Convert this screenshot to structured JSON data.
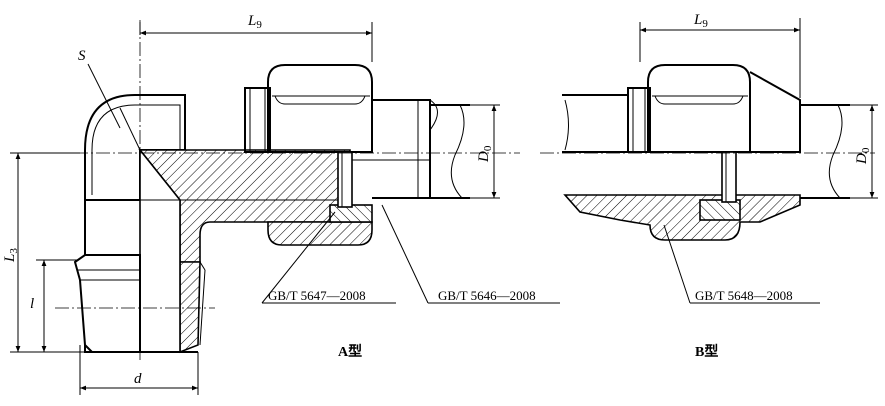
{
  "labels": {
    "s": "S",
    "l9_a_main": "L",
    "l9_a_sub": "9",
    "l9_b_main": "L",
    "l9_b_sub": "9",
    "l3_main": "L",
    "l3_sub": "3",
    "l": "l",
    "d": "d",
    "d0_a_main": "D",
    "d0_a_sub": "0",
    "d0_b_main": "D",
    "d0_b_sub": "0"
  },
  "callouts": {
    "std_5647": "GB/T 5647—2008",
    "std_5646": "GB/T 5646—2008",
    "std_5648": "GB/T 5648—2008"
  },
  "captions": {
    "type_a": "A型",
    "type_b": "B型"
  }
}
